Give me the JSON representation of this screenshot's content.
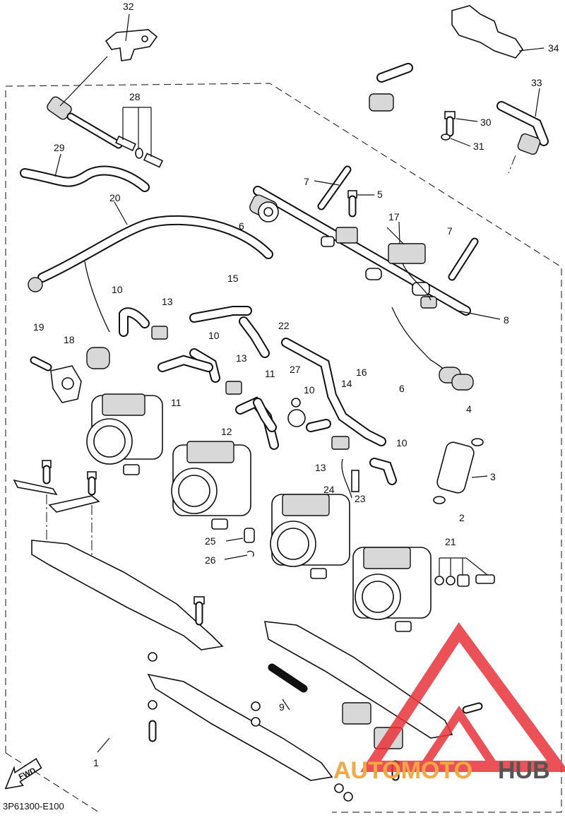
{
  "diagram_code": "3P61300-E100",
  "fwd_label": "FWD",
  "watermark": {
    "part1": "AUTOMOTO",
    "part2": "HUB",
    "color1": "#f4a742",
    "color2": "#555555",
    "logo_color": "#e8333a"
  },
  "callouts": [
    {
      "id": "c1",
      "text": "1"
    },
    {
      "id": "c2",
      "text": "2"
    },
    {
      "id": "c3",
      "text": "3"
    },
    {
      "id": "c4",
      "text": "4"
    },
    {
      "id": "c5",
      "text": "5"
    },
    {
      "id": "c6a",
      "text": "6"
    },
    {
      "id": "c6b",
      "text": "6"
    },
    {
      "id": "c7a",
      "text": "7"
    },
    {
      "id": "c7b",
      "text": "7"
    },
    {
      "id": "c8",
      "text": "8"
    },
    {
      "id": "c9",
      "text": "9"
    },
    {
      "id": "c10a",
      "text": "10"
    },
    {
      "id": "c10b",
      "text": "10"
    },
    {
      "id": "c10c",
      "text": "10"
    },
    {
      "id": "c10d",
      "text": "10"
    },
    {
      "id": "c11a",
      "text": "11"
    },
    {
      "id": "c11b",
      "text": "11"
    },
    {
      "id": "c12",
      "text": "12"
    },
    {
      "id": "c13a",
      "text": "13"
    },
    {
      "id": "c13b",
      "text": "13"
    },
    {
      "id": "c13c",
      "text": "13"
    },
    {
      "id": "c14",
      "text": "14"
    },
    {
      "id": "c15",
      "text": "15"
    },
    {
      "id": "c16",
      "text": "16"
    },
    {
      "id": "c17",
      "text": "17"
    },
    {
      "id": "c18",
      "text": "18"
    },
    {
      "id": "c19",
      "text": "19"
    },
    {
      "id": "c20",
      "text": "20"
    },
    {
      "id": "c21",
      "text": "21"
    },
    {
      "id": "c22",
      "text": "22"
    },
    {
      "id": "c23",
      "text": "23"
    },
    {
      "id": "c24",
      "text": "24"
    },
    {
      "id": "c25",
      "text": "25"
    },
    {
      "id": "c26",
      "text": "26"
    },
    {
      "id": "c27",
      "text": "27"
    },
    {
      "id": "c28",
      "text": "28"
    },
    {
      "id": "c29",
      "text": "29"
    },
    {
      "id": "c30",
      "text": "30"
    },
    {
      "id": "c31",
      "text": "31"
    },
    {
      "id": "c32",
      "text": "32"
    },
    {
      "id": "c33",
      "text": "33"
    },
    {
      "id": "c34",
      "text": "34"
    }
  ]
}
